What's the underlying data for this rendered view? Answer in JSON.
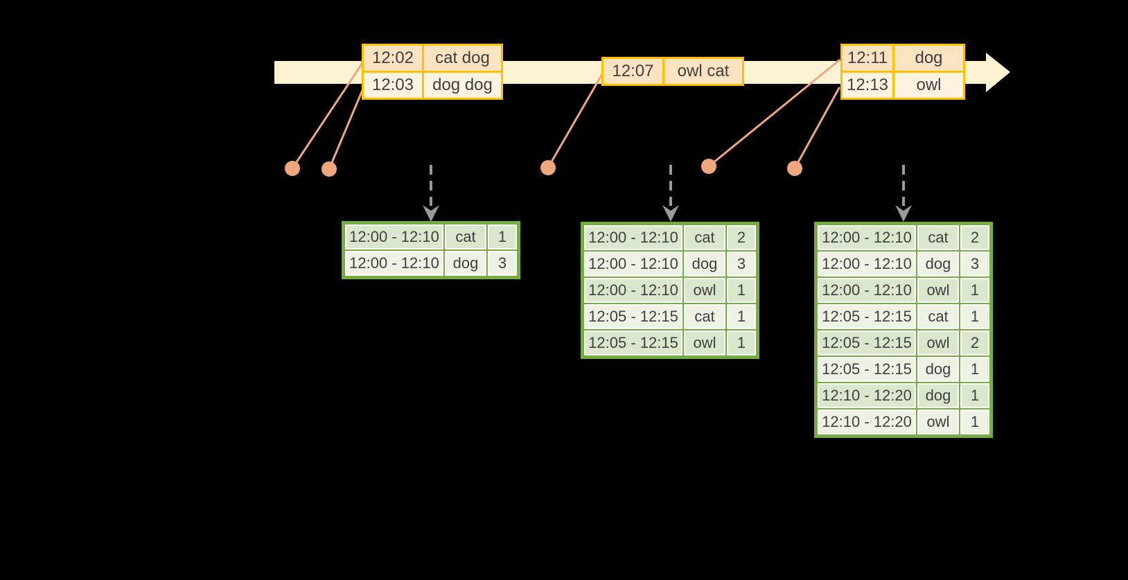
{
  "colors": {
    "background": "#000000",
    "timeline_band": "#fcf3d4",
    "event_box_border": "#ffc000",
    "event_row_dark": "#fbe2c1",
    "event_row_light": "#fdf3e0",
    "event_marker": "#efa87d",
    "trigger_arrow": "#9a9a9a",
    "table_border": "#74ae43",
    "table_row_dark": "#dbe7cc",
    "table_row_light": "#edf2e5",
    "text": "#3f3f3f"
  },
  "timeline": {
    "event_groups": [
      {
        "rows": [
          {
            "time": "12:02",
            "words": "cat dog"
          },
          {
            "time": "12:03",
            "words": "dog dog"
          }
        ]
      },
      {
        "rows": [
          {
            "time": "12:07",
            "words": "owl cat"
          }
        ]
      },
      {
        "rows": [
          {
            "time": "12:11",
            "words": "dog"
          },
          {
            "time": "12:13",
            "words": "owl"
          }
        ]
      }
    ]
  },
  "result_tables": [
    {
      "rows": [
        [
          "12:00 - 12:10",
          "cat",
          "1"
        ],
        [
          "12:00 - 12:10",
          "dog",
          "3"
        ]
      ]
    },
    {
      "rows": [
        [
          "12:00 - 12:10",
          "cat",
          "2"
        ],
        [
          "12:00 - 12:10",
          "dog",
          "3"
        ],
        [
          "12:00 - 12:10",
          "owl",
          "1"
        ],
        [
          "12:05 - 12:15",
          "cat",
          "1"
        ],
        [
          "12:05 - 12:15",
          "owl",
          "1"
        ]
      ]
    },
    {
      "rows": [
        [
          "12:00 - 12:10",
          "cat",
          "2"
        ],
        [
          "12:00 - 12:10",
          "dog",
          "3"
        ],
        [
          "12:00 - 12:10",
          "owl",
          "1"
        ],
        [
          "12:05 - 12:15",
          "cat",
          "1"
        ],
        [
          "12:05 - 12:15",
          "owl",
          "2"
        ],
        [
          "12:05 - 12:15",
          "dog",
          "1"
        ],
        [
          "12:10 - 12:20",
          "dog",
          "1"
        ],
        [
          "12:10 - 12:20",
          "owl",
          "1"
        ]
      ]
    }
  ]
}
